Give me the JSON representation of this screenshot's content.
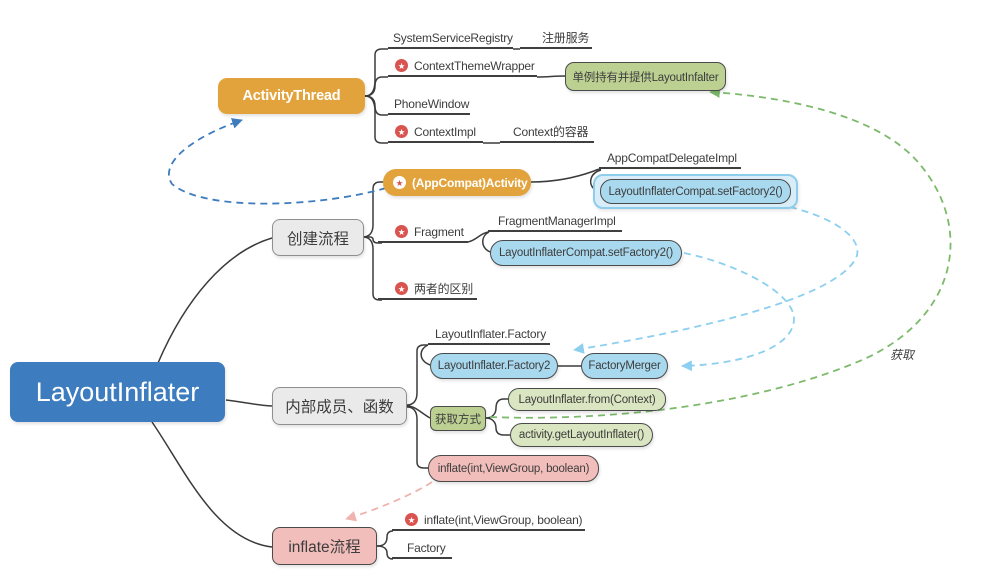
{
  "palette": {
    "root_blue": "#3D7CBE",
    "topic_orange": "#E2A33D",
    "branch_gray": "#EAEAEA",
    "pink": "#F1BEBB",
    "blue_node": "#A9D9EF",
    "green_node": "#BCD092",
    "light_green_node": "#DAE6C1",
    "highlight_ring_blue": "#8ECDEC",
    "marker_red": "#D9534F",
    "arrow_blue": "#3E7CBE",
    "arrow_green": "#7CBA6B",
    "arrow_light_blue": "#8CCFF0",
    "arrow_pink": "#F0B3AE"
  },
  "icons": {
    "star_glyph": "★"
  },
  "root": {
    "label": "LayoutInflater"
  },
  "top": {
    "activity_thread": "ActivityThread",
    "system_service_registry": "SystemServiceRegistry",
    "register_service": "注册服务",
    "context_theme_wrapper": "ContextThemeWrapper",
    "singleton_note": "单例持有并提供LayoutInfalter",
    "phone_window": "PhoneWindow",
    "context_impl": "ContextImpl",
    "context_container": "Context的容器"
  },
  "create": {
    "branch": "创建流程",
    "appcompat_activity": "(AppCompat)Activity",
    "appcompat_delegate_impl": "AppCompatDelegateImpl",
    "set_factory2_a": "LayoutInflaterCompat.setFactory2()",
    "fragment": "Fragment",
    "fragment_manager_impl": "FragmentManagerImpl",
    "set_factory2_b": "LayoutInflaterCompat.setFactory2()",
    "difference": "两者的区别"
  },
  "members": {
    "branch": "内部成员、函数",
    "factory": "LayoutInflater.Factory",
    "factory2": "LayoutInflater.Factory2",
    "factory_merger": "FactoryMerger",
    "get_method": "获取方式",
    "from_context": "LayoutInflater.from(Context)",
    "get_layout_inflater": "activity.getLayoutInflater()",
    "inflate_fn": "inflate(int,ViewGroup, boolean)"
  },
  "inflate": {
    "branch": "inflate流程",
    "inflate_fn": "inflate(int,ViewGroup, boolean)",
    "factory": "Factory"
  },
  "labels": {
    "get_arrow": "获取"
  }
}
